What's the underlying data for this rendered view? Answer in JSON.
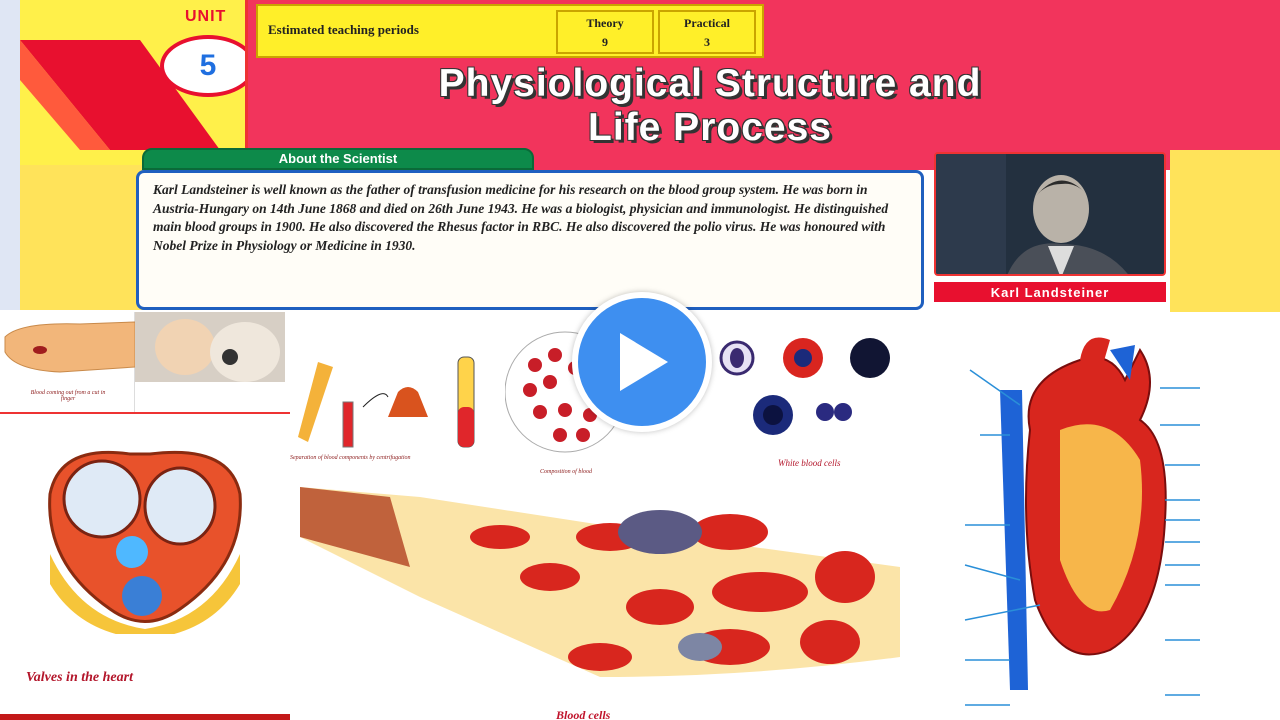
{
  "unit": {
    "label": "UNIT",
    "number": "5"
  },
  "periods": {
    "label": "Estimated teaching periods",
    "theory_label": "Theory",
    "theory_value": "9",
    "practical_label": "Practical",
    "practical_value": "3"
  },
  "title": {
    "line1": "Physiological Structure and",
    "line2": "Life Process"
  },
  "about": {
    "heading": "About the Scientist",
    "text": "Karl Landsteiner is well known as the father of transfusion medicine for his research on the blood group system. He was born in Austria-Hungary on 14th June 1868 and died on 26th June 1943. He was a biologist, physician and immunologist. He distinguished main blood groups in 1900. He also discovered the Rhesus factor in RBC. He also discovered the polio virus. He was honoured with Nobel Prize in Physiology or Medicine in 1930."
  },
  "scientist": {
    "caption": "Karl Landsteiner"
  },
  "figures": {
    "valves_caption": "Valves in the heart",
    "wbc_caption": "White blood cells",
    "blood_cells_caption": "Blood cells",
    "composition_caption": "Composition of blood",
    "separation_caption": "Separation of blood components by centrifugation",
    "finger_caption": "Blood coming out from a cut in finger"
  },
  "colors": {
    "header_red": "#f2345c",
    "unit_yellow": "#fff04a",
    "about_green": "#0d8a4a",
    "border_blue": "#1f5fbf",
    "play_blue": "#3e8ff0"
  },
  "icons": {
    "play": "play-icon"
  }
}
